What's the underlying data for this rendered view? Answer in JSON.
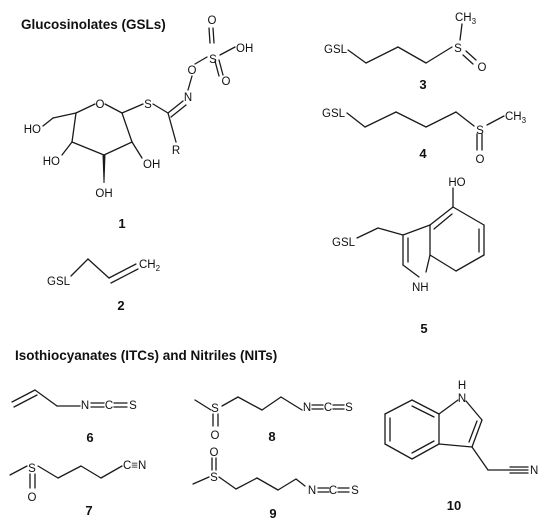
{
  "headings": {
    "gsl": "Glucosinolates (GSLs)",
    "itc": "Isothiocyanates (ITCs) and Nitriles (NITs)"
  },
  "compounds": [
    "1",
    "2",
    "3",
    "4",
    "5",
    "6",
    "7",
    "8",
    "9",
    "10"
  ],
  "atoms": {
    "o": "O",
    "s": "S",
    "n": "N",
    "c": "C",
    "oh": "OH",
    "ho": "HO",
    "r": "R",
    "ch": "CH",
    "h": "H",
    "gsl": "GSL",
    "ch2_sub": "2",
    "ch3_sub": "3",
    "cn": "C≡N",
    "nh": "NH"
  }
}
